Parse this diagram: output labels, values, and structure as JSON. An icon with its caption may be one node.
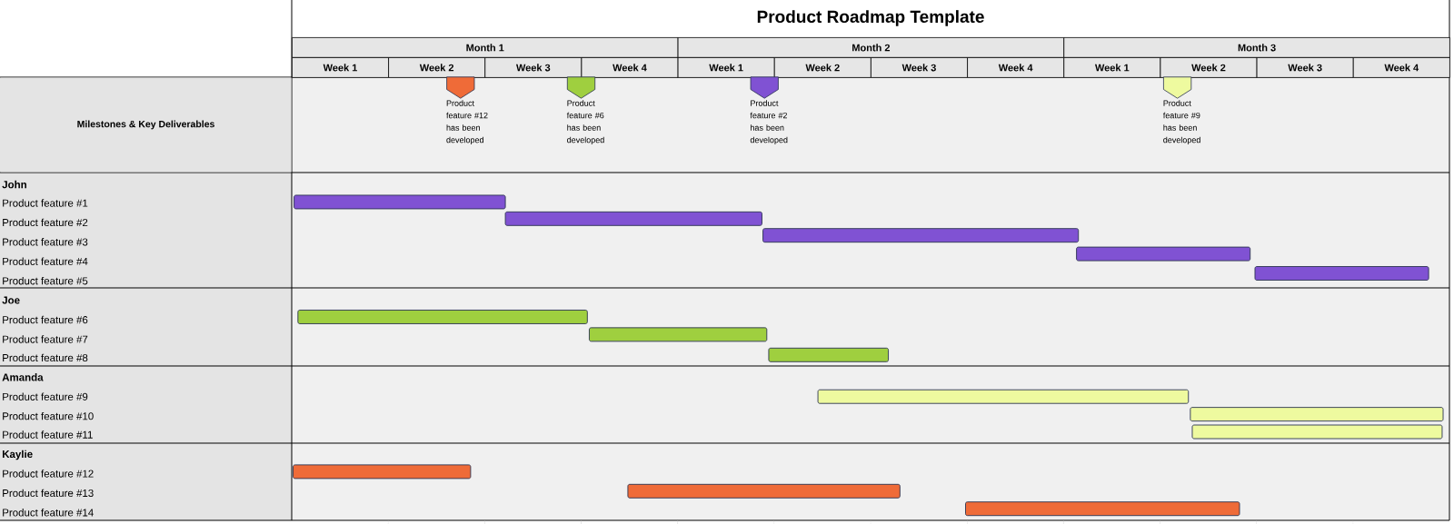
{
  "diagram": {
    "title": "Product Roadmap Template",
    "nodes": [
      {
        "text": [],
        "shape": "pentagon",
        "beside": [
          "Product feature #12 has been developed"
        ]
      },
      {
        "text": [],
        "shape": "pentagon",
        "beside": [
          "Product feature #6 has been developed"
        ]
      },
      {
        "text": [],
        "shape": "pentagon",
        "beside": [
          "Product feature #2 has been developed"
        ]
      },
      {
        "text": [],
        "shape": "pentagon",
        "beside": [
          "Product feature #9 has been developed"
        ]
      },
      {
        "text": [],
        "shape": "bar"
      },
      {
        "text": [],
        "shape": "bar"
      },
      {
        "text": [],
        "shape": "bar"
      },
      {
        "text": [],
        "shape": "bar"
      },
      {
        "text": [],
        "shape": "bar"
      },
      {
        "text": [],
        "shape": "bar"
      },
      {
        "text": [],
        "shape": "bar"
      },
      {
        "text": [],
        "shape": "bar"
      },
      {
        "text": [],
        "shape": "bar"
      },
      {
        "text": [],
        "shape": "bar"
      },
      {
        "text": [],
        "shape": "bar"
      },
      {
        "text": [],
        "shape": "bar"
      },
      {
        "text": [],
        "shape": "bar"
      },
      {
        "text": [],
        "shape": "bar"
      }
    ],
    "labels": [
      "Month 1",
      "Month 2",
      "Month 3",
      "Week 1",
      "Week 2",
      "Week 3",
      "Week 4",
      "Week 1",
      "Week 2",
      "Week 3",
      "Week 4",
      "Week 1",
      "Week 2",
      "Week 3",
      "Week 4",
      "Milestones & Key Deliverables",
      "John",
      "Product feature #1",
      "Product feature #2",
      "Product feature #3",
      "Product feature #4",
      "Product feature #5",
      "Joe",
      "Product feature #6",
      "Product feature #7",
      "Product feature #8",
      "Amanda",
      "Product feature #9",
      "Product feature #10",
      "Product feature #11",
      "Kaylie",
      "Product feature #12",
      "Product feature #13",
      "Product feature #14"
    ]
  }
}
